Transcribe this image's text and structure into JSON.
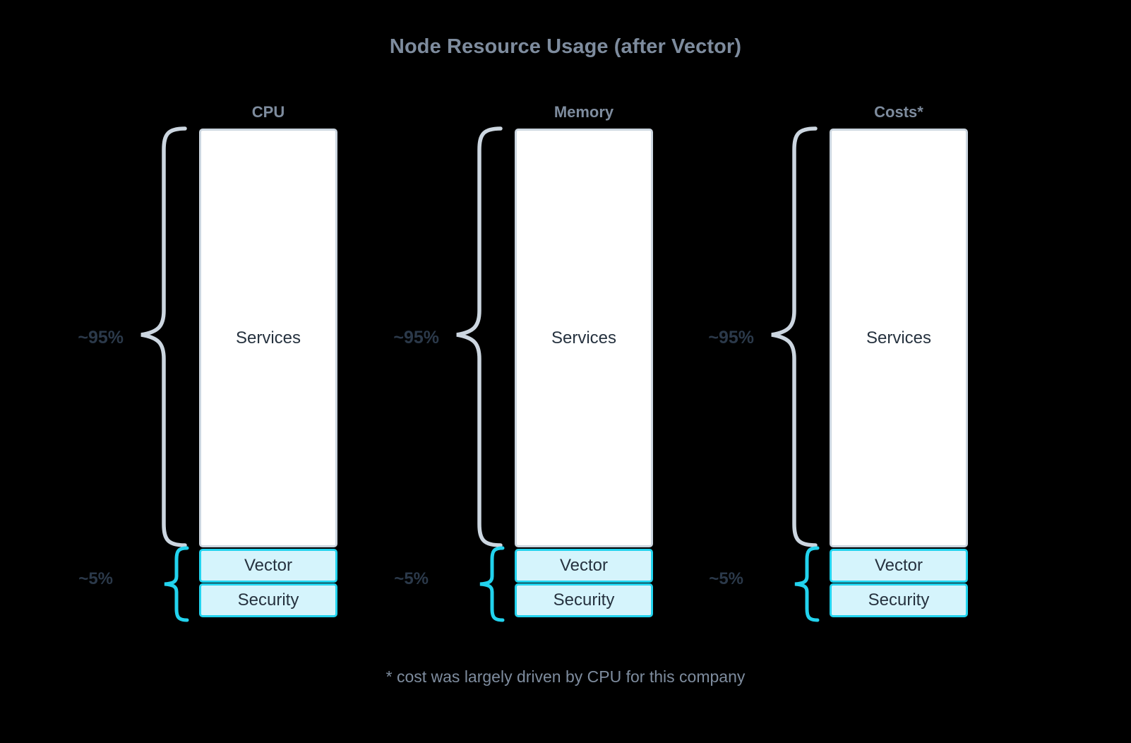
{
  "title": "Node Resource Usage (after Vector)",
  "footnote": "* cost was largely driven by CPU for this company",
  "colors": {
    "background": "#000000",
    "title": "#7e8c9e",
    "services_fill": "#ffffff",
    "services_border": "#ccd6e0",
    "vector_fill": "#d5f4fc",
    "vector_border": "#22d3ee",
    "security_fill": "#d5f4fc",
    "security_border": "#22d3ee",
    "brace_large": "#ccd6e0",
    "brace_small": "#22d3ee",
    "segment_text": "#26323f",
    "percent_text": "#2b394a"
  },
  "chart_data": {
    "type": "bar",
    "title": "Node Resource Usage (after Vector)",
    "subtitle": "",
    "xlabel": "",
    "ylabel": "",
    "categories": [
      "CPU",
      "Memory",
      "Costs*"
    ],
    "stack_order": [
      "Services",
      "Vector",
      "Security"
    ],
    "series": [
      {
        "name": "Services",
        "values": [
          95,
          95,
          95
        ]
      },
      {
        "name": "Vector",
        "values": [
          2.5,
          2.5,
          2.5
        ]
      },
      {
        "name": "Security",
        "values": [
          2.5,
          2.5,
          2.5
        ]
      }
    ],
    "annotations": [
      {
        "label": "~95%",
        "applies_to": "Services"
      },
      {
        "label": "~5%",
        "applies_to": "Vector + Security"
      }
    ],
    "ylim": [
      0,
      100
    ],
    "grid": false,
    "legend": "none"
  },
  "groups": [
    {
      "header": "CPU",
      "brace_large_label": "~95%",
      "brace_small_label": "~5%",
      "segments": [
        {
          "label": "Services",
          "kind": "services"
        },
        {
          "label": "Vector",
          "kind": "vector"
        },
        {
          "label": "Security",
          "kind": "security"
        }
      ]
    },
    {
      "header": "Memory",
      "brace_large_label": "~95%",
      "brace_small_label": "~5%",
      "segments": [
        {
          "label": "Services",
          "kind": "services"
        },
        {
          "label": "Vector",
          "kind": "vector"
        },
        {
          "label": "Security",
          "kind": "security"
        }
      ]
    },
    {
      "header": "Costs*",
      "brace_large_label": "~95%",
      "brace_small_label": "~5%",
      "segments": [
        {
          "label": "Services",
          "kind": "services"
        },
        {
          "label": "Vector",
          "kind": "vector"
        },
        {
          "label": "Security",
          "kind": "security"
        }
      ]
    }
  ]
}
